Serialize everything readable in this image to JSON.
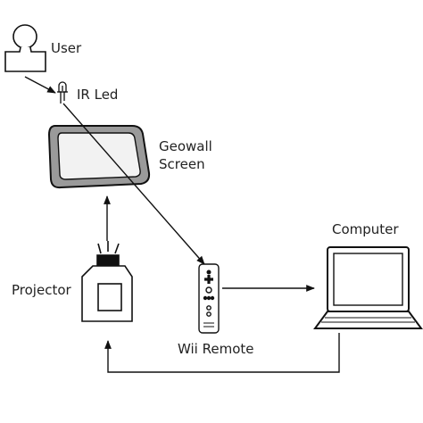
{
  "labels": {
    "user": "User",
    "ir_led": "IR Led",
    "screen_line1": "Geowall",
    "screen_line2": "Screen",
    "computer": "Computer",
    "projector": "Projector",
    "wii_remote": "Wii Remote"
  },
  "colors": {
    "stroke": "#111111",
    "screen_bezel": "#9a9a9a",
    "screen_glass": "#f2f2f2"
  }
}
